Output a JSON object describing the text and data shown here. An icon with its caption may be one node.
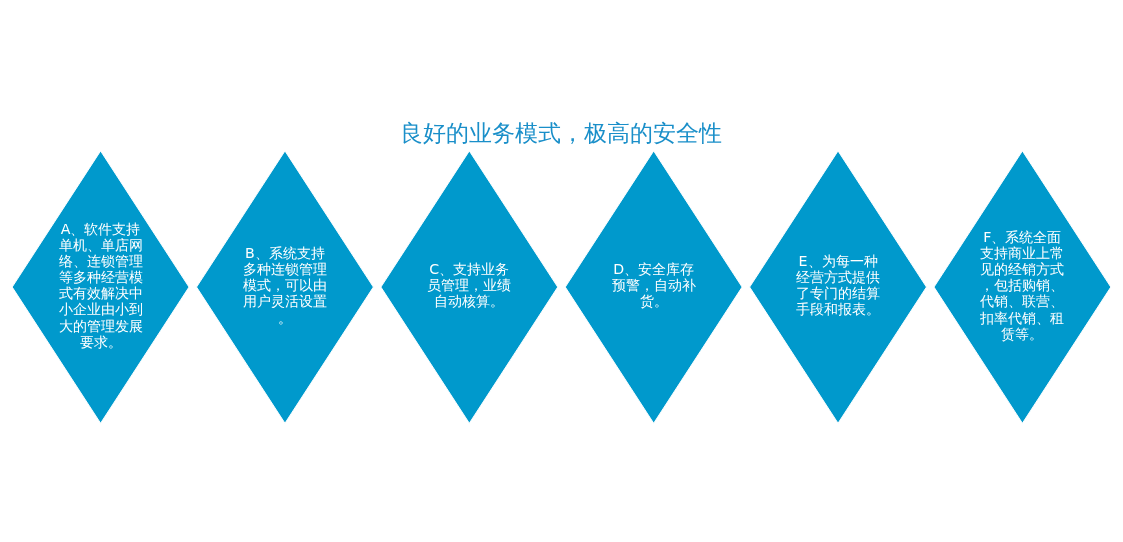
{
  "diagram": {
    "title": "良好的业务模式，极高的安全性",
    "nodes": [
      {
        "text": [
          "A、软件支持单机、单店网络、连锁管理等多种经营模式有效解决中小企业由小到大的管理发展要求。"
        ]
      },
      {
        "text": [
          "B、系统支持多种连锁管理模式，可以由用户灵活设置。"
        ]
      },
      {
        "text": [
          "C、支持业务员管理，业绩自动核算。"
        ]
      },
      {
        "text": [
          "D、安全库存预警，自动补货。"
        ]
      },
      {
        "text": [
          "E、为每一种经营方式提供了专门的结算手段和报表。"
        ]
      },
      {
        "text": [
          "F、系统全面支持商业上常见的经销方式，包括购销、代销、联营、扣率代销、租赁等。"
        ]
      }
    ]
  }
}
